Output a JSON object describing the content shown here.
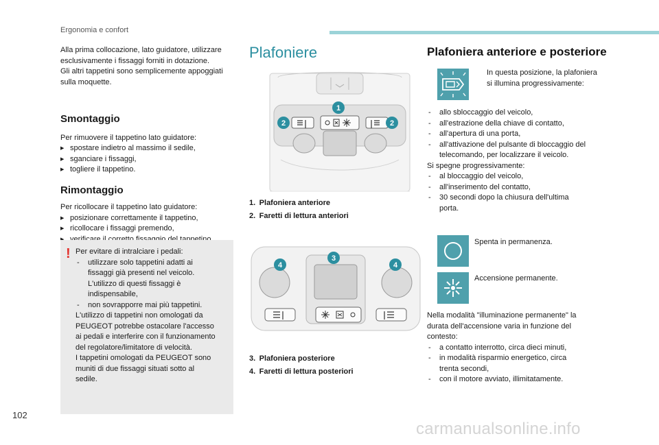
{
  "header": {
    "section": "Ergonomia e confort",
    "page_number": "102"
  },
  "watermark": "carmanualsonline.info",
  "left_column": {
    "intro": [
      "Alla prima collocazione, lato guidatore, utilizzare",
      "esclusivamente i fissaggi forniti in dotazione.",
      "Gli altri tappetini sono semplicemente appoggiati",
      "sulla moquette."
    ],
    "smontaggio": {
      "title": "Smontaggio",
      "intro": "Per rimuovere il tappetino lato guidatore:",
      "steps": [
        "spostare indietro al massimo il sedile,",
        "sganciare i fissaggi,",
        "togliere il tappetino."
      ]
    },
    "rimontaggio": {
      "title": "Rimontaggio",
      "intro": "Per ricollocare il tappetino lato guidatore:",
      "steps": [
        "posizionare correttamente il tappetino,",
        "ricollocare i fissaggi premendo,",
        "verificare il corretto fissaggio del tappetino."
      ]
    },
    "warning": {
      "mark": "!",
      "intro": "Per evitare di intralciare i pedali:",
      "d1": [
        "utilizzare solo tappetini adatti ai",
        "fissaggi già presenti nel veicolo.",
        "L'utilizzo di questi fissaggi è",
        "indispensabile,"
      ],
      "d2": "non sovrapporre mai più tappetini.",
      "tail": [
        "L'utilizzo di tappetini non omologati da",
        "PEUGEOT potrebbe ostacolare l'accesso",
        "ai pedali e interferire con il funzionamento",
        "del regolatore/limitatore di velocità.",
        "I tappetini omologati da PEUGEOT sono",
        "muniti di due fissaggi situati sotto al",
        "sedile."
      ]
    }
  },
  "middle_column": {
    "title": "Plafoniere",
    "front_captions": [
      "1. Plafoniera anteriore",
      "2. Faretti di lettura anteriori"
    ],
    "rear_captions": [
      "3. Plafoniera posteriore",
      "4. Faretti di lettura posteriori"
    ],
    "badges": {
      "b1": "1",
      "b2": "2",
      "b3": "3",
      "b4": "4"
    }
  },
  "right_column": {
    "title": "Plafoniera anteriore e posteriore",
    "door_text": [
      "In questa posizione, la plafoniera",
      "si illumina progressivamente:"
    ],
    "on_list": [
      {
        "main": "allo sbloccaggio del veicolo,"
      },
      {
        "main": "all'estrazione della chiave di contatto,"
      },
      {
        "main": "all'apertura di una porta,"
      },
      {
        "main": "all'attivazione del pulsante di bloccaggio del",
        "cont": "telecomando, per localizzare il veicolo."
      }
    ],
    "off_intro": "Si spegne progressivamente:",
    "off_list": [
      {
        "main": "al bloccaggio del veicolo,"
      },
      {
        "main": "all'inserimento del contatto,"
      },
      {
        "main": "30 secondi dopo la chiusura dell'ultima",
        "cont": "porta."
      }
    ],
    "off_label": "Spenta in permanenza.",
    "perm_label": "Accensione permanente.",
    "perm_para": [
      "Nella modalità \"illuminazione permanente\" la",
      "durata dell'accensione varia in funzione del",
      "contesto:"
    ],
    "perm_list": [
      {
        "main": "a contatto interrotto, circa dieci minuti,"
      },
      {
        "main": "in modalità risparmio energetico, circa",
        "cont": "trenta secondi,"
      },
      {
        "main": "con il motore avviato, illimitatamente."
      }
    ]
  },
  "colors": {
    "accent": "#2c8fa0",
    "icon_bg": "#4fa0ac",
    "header_bar": "#9bd3d8",
    "warning_bg": "#eaeaea",
    "warning_mark": "#e3312d"
  }
}
